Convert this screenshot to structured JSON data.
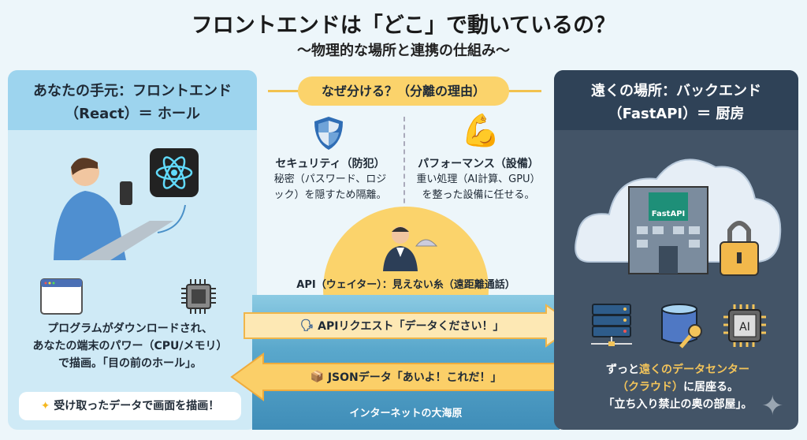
{
  "title": "フロントエンドは「どこ」で動いているの？",
  "subtitle": "〜物理的な場所と連携の仕組み〜",
  "left": {
    "header_line1": "あなたの手元：フロントエンド",
    "header_line2": "（React）＝ ホール",
    "desc_line1": "プログラムがダウンロードされ、",
    "desc_line2": "あなたの端末のパワー（CPU/メモリ）",
    "desc_line3": "で描画。「目の前のホール」。",
    "bubble": "受け取ったデータで画面を描画！"
  },
  "center": {
    "pill": "なぜ分ける？（分離の理由）",
    "security": {
      "title": "セキュリティ（防犯）",
      "line1": "秘密（パスワード、ロジ",
      "line2": "ック）を隠すため隔離。"
    },
    "performance": {
      "title": "パフォーマンス（設備）",
      "line1": "重い処理（AI計算、GPU）",
      "line2": "を整った設備に任せる。"
    },
    "api_label": "API（ウェイター）：見えない糸（遠距離通話）",
    "request": "APIリクエスト「データください！」",
    "response": "JSONデータ「あいよ！これだ！」",
    "sea": "インターネットの大海原"
  },
  "right": {
    "header_line1": "遠くの場所：バックエンド",
    "header_line2": "（FastAPI）＝ 厨房",
    "building_sign": "FastAPI",
    "ai_chip": "AI",
    "desc_prefix": "ずっと",
    "desc_highlight1": "遠くのデータセンター",
    "desc_highlight2": "（クラウド）",
    "desc_suffix": "に居座る。",
    "desc_line3": "「立ち入り禁止の奥の部屋」。"
  },
  "colors": {
    "accent_yellow": "#fbd36b",
    "front_blue": "#9dd4ee",
    "back_dark": "#2f4257",
    "highlight": "#f3c45a"
  }
}
